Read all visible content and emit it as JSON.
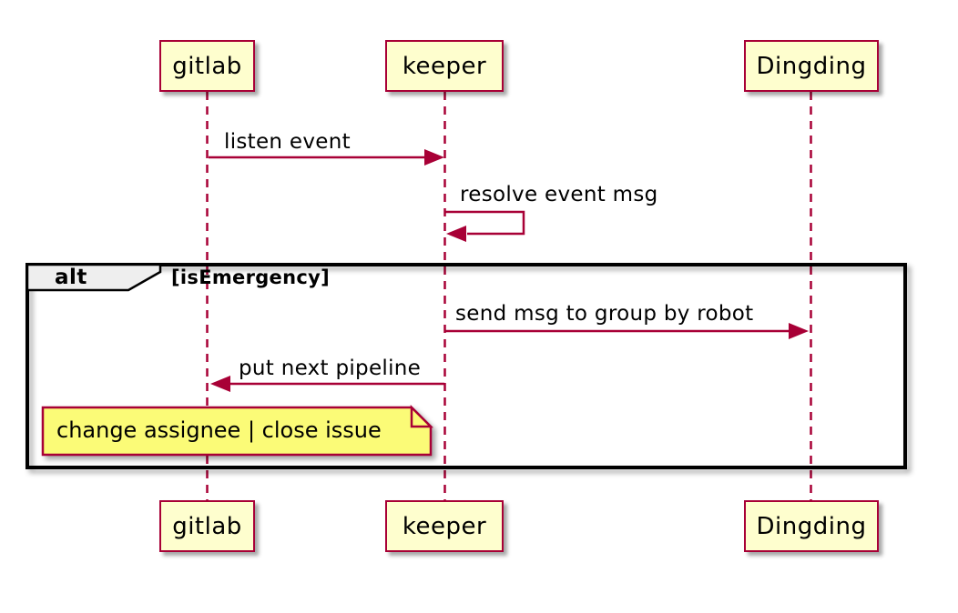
{
  "diagram": {
    "kind": "sequence-diagram",
    "participants": [
      {
        "name": "gitlab"
      },
      {
        "name": "keeper"
      },
      {
        "name": "Dingding"
      }
    ],
    "messages": [
      {
        "from": "gitlab",
        "to": "keeper",
        "label": "listen event",
        "self": false
      },
      {
        "from": "keeper",
        "to": "keeper",
        "label": "resolve event msg",
        "self": true
      },
      {
        "from": "keeper",
        "to": "Dingding",
        "label": "send msg to group by robot",
        "self": false
      },
      {
        "from": "keeper",
        "to": "gitlab",
        "label": "put next pipeline",
        "self": false
      }
    ],
    "fragment": {
      "operator": "alt",
      "guard": "[isEmergency]"
    },
    "note": {
      "text": "change assignee | close issue"
    },
    "colors": {
      "participant_fill": "#FEFECE",
      "participant_border": "#A80036",
      "line": "#A80036",
      "lifeline": "#A80036",
      "note_fill": "#FBFB77",
      "note_border": "#A80036",
      "frame_border": "#000000",
      "frame_label_fill": "#EEEEEE",
      "text": "#000000",
      "background": "#FFFFFF"
    }
  }
}
